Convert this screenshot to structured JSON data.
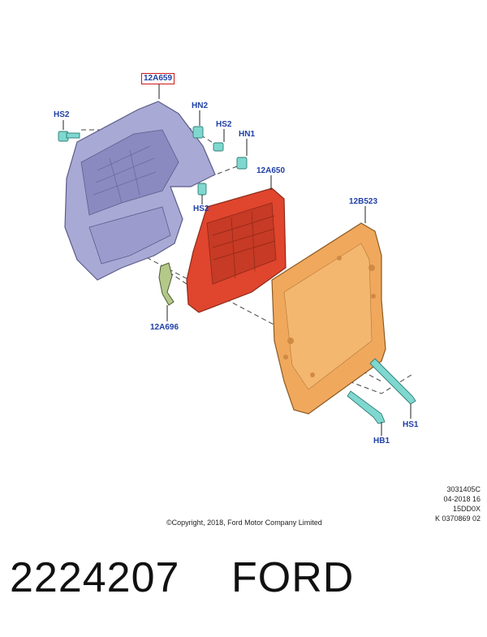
{
  "diagram": {
    "callouts": {
      "housing": "12A659",
      "screw_left": "HS2",
      "nut_top": "HN2",
      "screw_mid_top": "HS2",
      "nut_right": "HN1",
      "screw_mid_bottom": "HS2",
      "module": "12A650",
      "plate": "12B523",
      "bracket": "12A696",
      "bolt_right": "HS1",
      "bolt_bottom": "HB1"
    },
    "colors": {
      "callout_text": "#1f3fa6",
      "highlight_box": "#d01818",
      "housing": "#a9a9d6",
      "module": "#e0452e",
      "plate": "#f0a85c",
      "fasteners": "#7fd8d0"
    }
  },
  "meta": {
    "line1": "3031405C",
    "line2": "04-2018 16",
    "line3": "15DD0X",
    "line4": "K 0370869 02"
  },
  "copyright": "©Copyright, 2018, Ford Motor Company Limited",
  "footer": {
    "part_number": "2224207",
    "brand": "FORD"
  }
}
